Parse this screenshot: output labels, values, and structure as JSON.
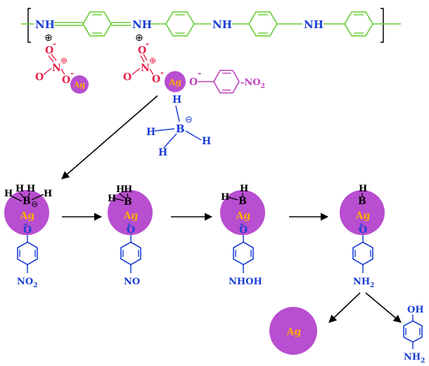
{
  "colors": {
    "polymer": "#66cc33",
    "amine": "#1a3fd6",
    "nitrate": "#e8204a",
    "silver_sphere": "#b84ed0",
    "silver_text": "#ffaa00",
    "phenolate": "#bf40bf",
    "borohydride": "#1a3fd6",
    "adsorbed_h": "#000000",
    "arrow": "#000000"
  },
  "polymer": {
    "nh_1": "NH",
    "nh_2": "NH",
    "nh_3": "NH",
    "nh_4": "NH",
    "plus_1": "⊕",
    "plus_2": "⊕"
  },
  "nitrate_1": {
    "o_top": "O",
    "o_top_charge": "-",
    "n": "N",
    "n_charge": "⊕",
    "o_left": "O",
    "o_right": "O",
    "o_right_charge": "-"
  },
  "nitrate_2": {
    "o_top": "O",
    "o_top_charge": "-",
    "n": "N",
    "n_charge": "⊕",
    "o_left": "O",
    "o_right": "O",
    "o_right_charge": "-"
  },
  "free_ag": "Ag",
  "bound_ag": "Ag",
  "phenolate_o": "O",
  "phenolate_charge": "-",
  "phenolate_no2": "-NO",
  "phenolate_no2_sub": "2",
  "borohydride": {
    "b": "B",
    "b_charge": "⊖",
    "h_top": "H",
    "h_left": "H",
    "h_right": "H",
    "h_bottom": "H"
  },
  "stages": [
    {
      "ag": "Ag",
      "o": "O",
      "o_charge": "-",
      "b": "B",
      "b_charge": "⊖",
      "h_labels": [
        "H",
        "H",
        "H",
        "H"
      ],
      "group": "NO",
      "group_sub": "2"
    },
    {
      "ag": "Ag",
      "o": "O",
      "o_charge": "-",
      "b": "B",
      "h_labels": [
        "H",
        "H",
        "H"
      ],
      "group": "NO",
      "group_sub": ""
    },
    {
      "ag": "Ag",
      "o": "O",
      "o_charge": "-",
      "b": "B",
      "h_labels": [
        "H",
        "H"
      ],
      "group": "NHOH",
      "group_sub": ""
    },
    {
      "ag": "Ag",
      "o": "O",
      "o_charge": "-",
      "b": "B",
      "h_labels": [
        "H"
      ],
      "group": "NH",
      "group_sub": "2"
    }
  ],
  "released_ag": "Ag",
  "product": {
    "oh": "OH",
    "nh2": "NH",
    "nh2_sub": "2"
  }
}
